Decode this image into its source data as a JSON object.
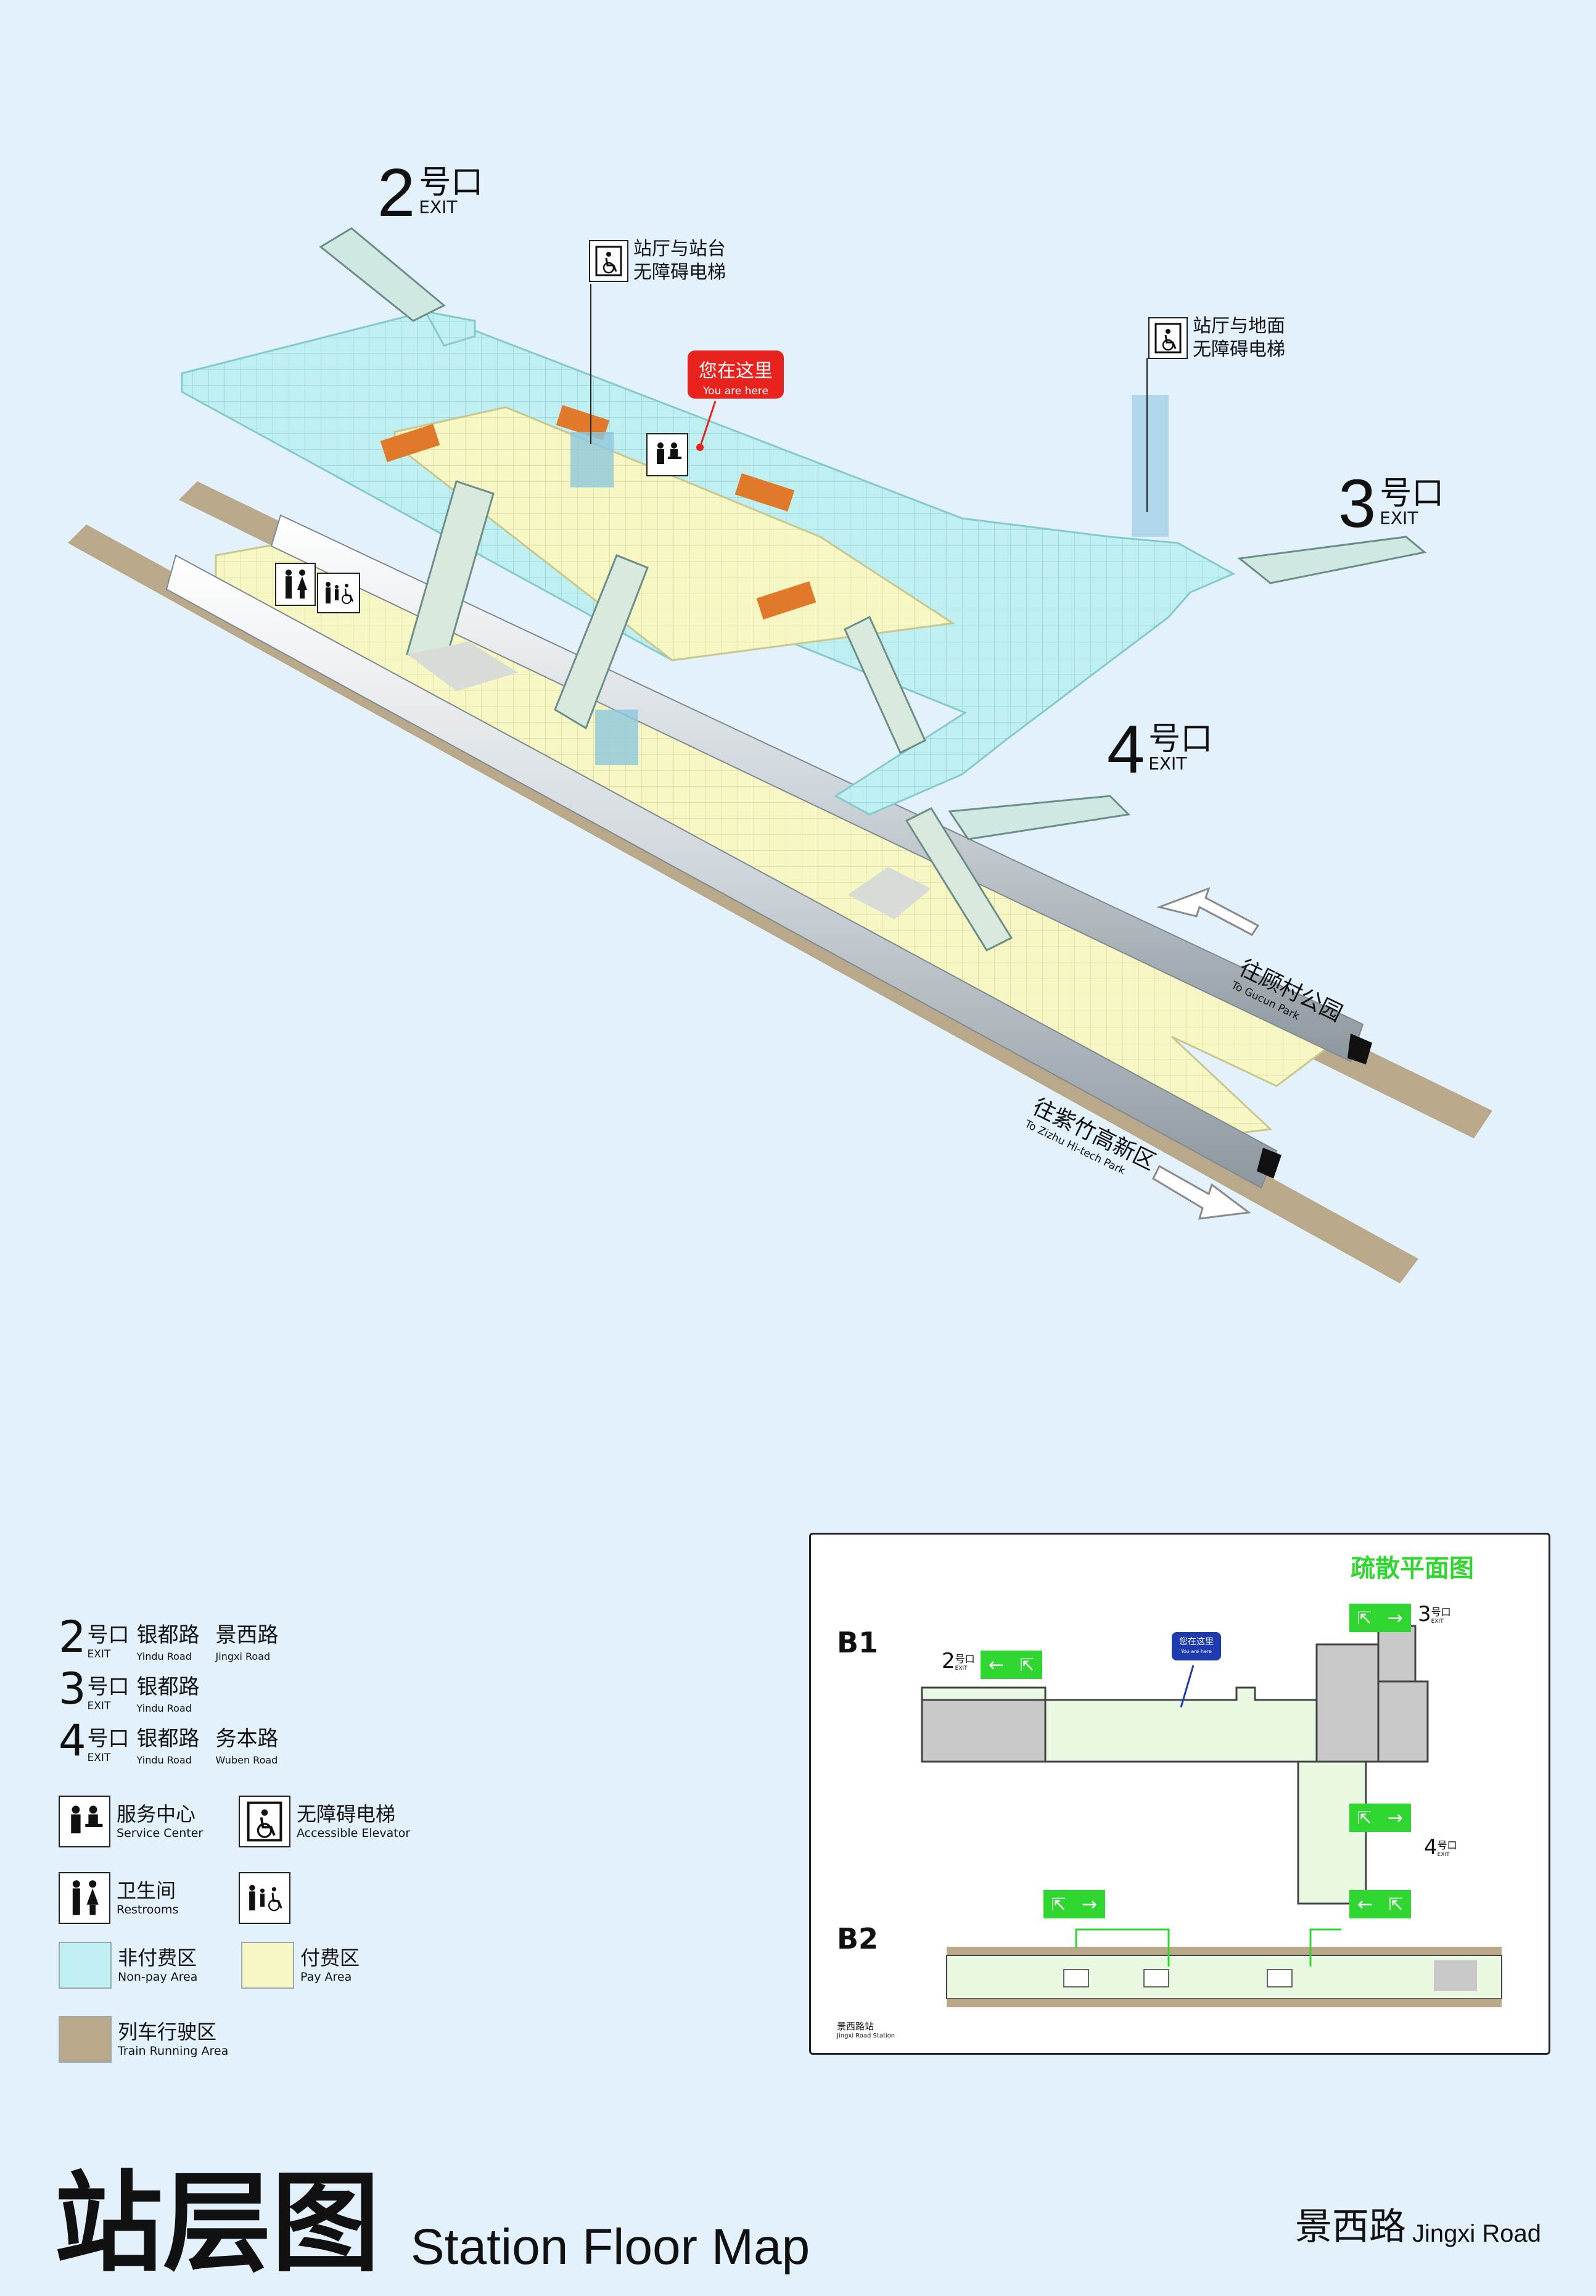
{
  "colors": {
    "background": "#e2f1fb",
    "non_pay": "#bfeff1",
    "pay": "#f6f7c4",
    "track": "#b9a98a",
    "you_are_here": "#e8231e",
    "evac_green": "#2fd62f"
  },
  "map": {
    "exit2": {
      "num": "2",
      "cn": "号口",
      "en": "EXIT"
    },
    "exit3": {
      "num": "3",
      "cn": "号口",
      "en": "EXIT"
    },
    "exit4": {
      "num": "4",
      "cn": "号口",
      "en": "EXIT"
    },
    "elevator_platform": {
      "line1": "站厅与站台",
      "line2": "无障碍电梯",
      "icon": "wheelchair-elevator-icon"
    },
    "elevator_ground": {
      "line1": "站厅与地面",
      "line2": "无障碍电梯",
      "icon": "wheelchair-elevator-icon"
    },
    "you_are_here": {
      "cn": "您在这里",
      "en": "You are here"
    },
    "dir_gucun": {
      "cn": "往顾村公园",
      "en": "To Gucun Park"
    },
    "dir_zizhu": {
      "cn": "往紫竹高新区",
      "en": "To Zizhu Hi-tech Park"
    }
  },
  "legend": {
    "exits": [
      {
        "num": "2",
        "cn": "号口",
        "en": "EXIT",
        "roads": [
          {
            "cn": "银都路",
            "en": "Yindu Road"
          },
          {
            "cn": "景西路",
            "en": "Jingxi Road"
          }
        ]
      },
      {
        "num": "3",
        "cn": "号口",
        "en": "EXIT",
        "roads": [
          {
            "cn": "银都路",
            "en": "Yindu Road"
          }
        ]
      },
      {
        "num": "4",
        "cn": "号口",
        "en": "EXIT",
        "roads": [
          {
            "cn": "银都路",
            "en": "Yindu Road"
          },
          {
            "cn": "务本路",
            "en": "Wuben Road"
          }
        ]
      }
    ],
    "service_center": {
      "cn": "服务中心",
      "en": "Service Center"
    },
    "accessible_elevator": {
      "cn": "无障碍电梯",
      "en": "Accessible Elevator"
    },
    "restrooms": {
      "cn": "卫生间",
      "en": "Restrooms"
    },
    "non_pay": {
      "cn": "非付费区",
      "en": "Non-pay Area"
    },
    "pay": {
      "cn": "付费区",
      "en": "Pay Area"
    },
    "train": {
      "cn": "列车行驶区",
      "en": "Train Running Area"
    }
  },
  "inset": {
    "title": "疏散平面图",
    "b1": "B1",
    "b2": "B2",
    "exit2_num": "2",
    "exit2_cn": "号口",
    "exit2_en": "EXIT",
    "exit3_num": "3",
    "exit3_cn": "号口",
    "exit3_en": "EXIT",
    "exit4_num": "4",
    "exit4_cn": "号口",
    "exit4_en": "EXIT",
    "here_cn": "您在这里",
    "here_en": "You are here",
    "station_cn": "景西路站",
    "station_en": "Jingxi Road Station"
  },
  "footer": {
    "title_cn": "站层图",
    "title_en": "Station Floor Map",
    "station_cn": "景西路",
    "station_en": "Jingxi Road"
  }
}
